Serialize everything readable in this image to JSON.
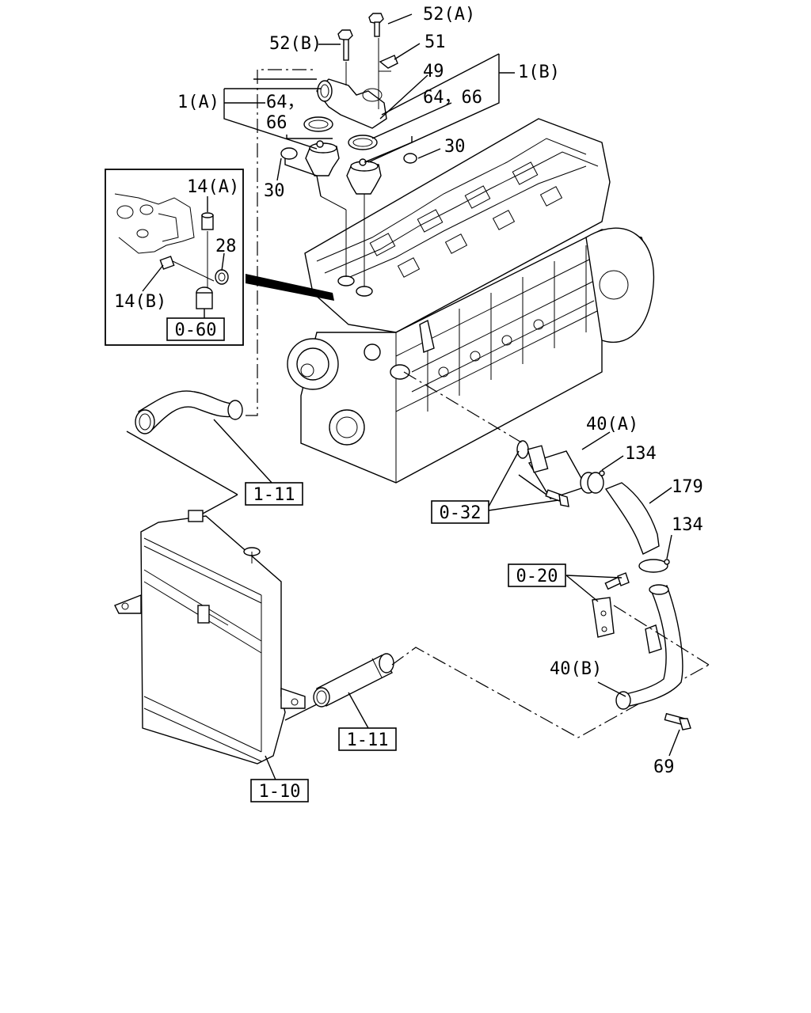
{
  "callouts": {
    "p52a": "52(A)",
    "p52b": "52(B)",
    "p51": "51",
    "p49": "49",
    "p1b": "1(B)",
    "p1a": "1(A)",
    "p64_66_left_a": "64，",
    "p64_66_left_b": "66",
    "p64_66_right": "64，66",
    "p30_right": "30",
    "p30_left": "30",
    "p14a": "14(A)",
    "p28": "28",
    "p14b": "14(B)",
    "p40a": "40(A)",
    "p134_top": "134",
    "p179": "179",
    "p134_bottom": "134",
    "p40b": "40(B)",
    "p69": "69"
  },
  "references": {
    "ref_0_60": "0-60",
    "ref_1_11_top": "1-11",
    "ref_0_32": "0-32",
    "ref_0_20": "0-20",
    "ref_1_11_bottom": "1-11",
    "ref_1_10": "1-10"
  }
}
